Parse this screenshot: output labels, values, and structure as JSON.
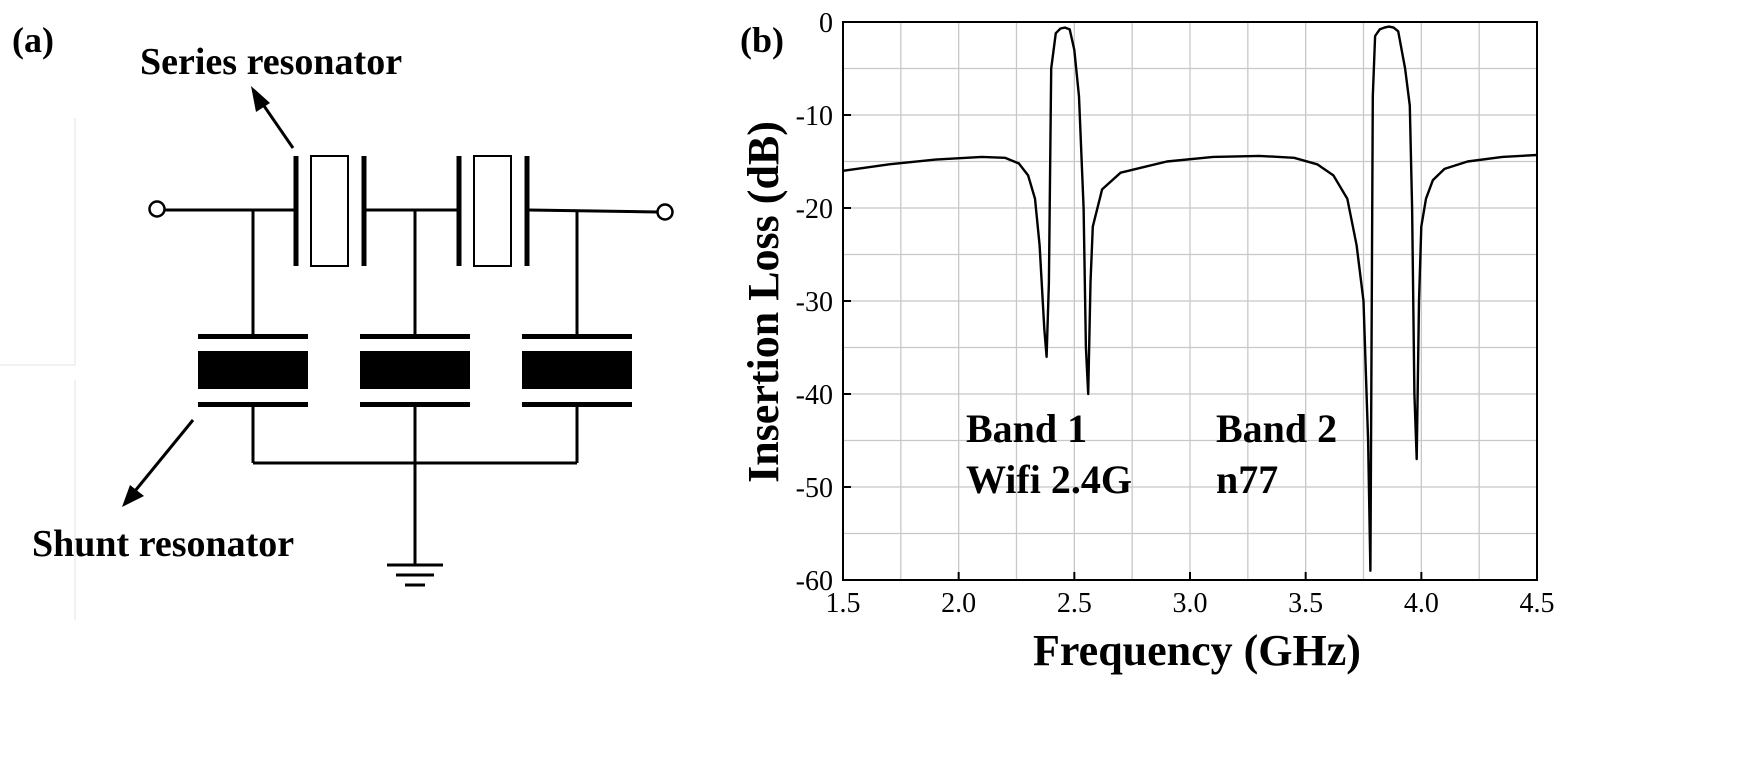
{
  "panels": {
    "a": {
      "label": "(a)",
      "series_label": "Series resonator",
      "shunt_label": "Shunt resonator"
    },
    "b": {
      "label": "(b)",
      "band1_line1": "Band 1",
      "band1_line2": "Wifi 2.4G",
      "band2_line1": "Band 2",
      "band2_line2": "n77"
    }
  },
  "chart_data": {
    "type": "line",
    "xlabel": "Frequency (GHz)",
    "ylabel": "Insertion Loss (dB)",
    "xlim": [
      1.5,
      4.5
    ],
    "ylim": [
      -60,
      0
    ],
    "xticks": [
      1.5,
      2.0,
      2.5,
      3.0,
      3.5,
      4.0,
      4.5
    ],
    "xtick_labels": [
      "1.5",
      "2.0",
      "2.5",
      "3.0",
      "3.5",
      "4.0",
      "4.5"
    ],
    "yticks": [
      0,
      -10,
      -20,
      -30,
      -40,
      -50,
      -60
    ],
    "ytick_labels": [
      "0",
      "-10",
      "-20",
      "-30",
      "-40",
      "-50",
      "-60"
    ],
    "grid": true,
    "series": [
      {
        "color": "#000000",
        "x": [
          1.5,
          1.7,
          1.9,
          2.1,
          2.2,
          2.26,
          2.3,
          2.33,
          2.35,
          2.37,
          2.38,
          2.39,
          2.4,
          2.42,
          2.44,
          2.46,
          2.48,
          2.5,
          2.52,
          2.54,
          2.55,
          2.56,
          2.57,
          2.58,
          2.62,
          2.7,
          2.9,
          3.1,
          3.3,
          3.45,
          3.55,
          3.62,
          3.68,
          3.72,
          3.75,
          3.77,
          3.78,
          3.79,
          3.8,
          3.82,
          3.84,
          3.86,
          3.88,
          3.9,
          3.93,
          3.95,
          3.96,
          3.97,
          3.98,
          3.99,
          4.0,
          4.02,
          4.05,
          4.1,
          4.2,
          4.35,
          4.5
        ],
        "y": [
          -16,
          -15.3,
          -14.8,
          -14.5,
          -14.6,
          -15.2,
          -16.5,
          -19,
          -24,
          -33,
          -36,
          -28,
          -5,
          -1.2,
          -0.7,
          -0.6,
          -0.8,
          -3,
          -8,
          -20,
          -35,
          -40,
          -28,
          -22,
          -18,
          -16.2,
          -15,
          -14.5,
          -14.4,
          -14.6,
          -15.3,
          -16.5,
          -19,
          -24,
          -30,
          -45,
          -59,
          -8,
          -1.5,
          -0.8,
          -0.6,
          -0.5,
          -0.6,
          -1,
          -5,
          -9,
          -20,
          -40,
          -47,
          -30,
          -22,
          -19,
          -17,
          -15.8,
          -15,
          -14.5,
          -14.3
        ]
      }
    ]
  }
}
